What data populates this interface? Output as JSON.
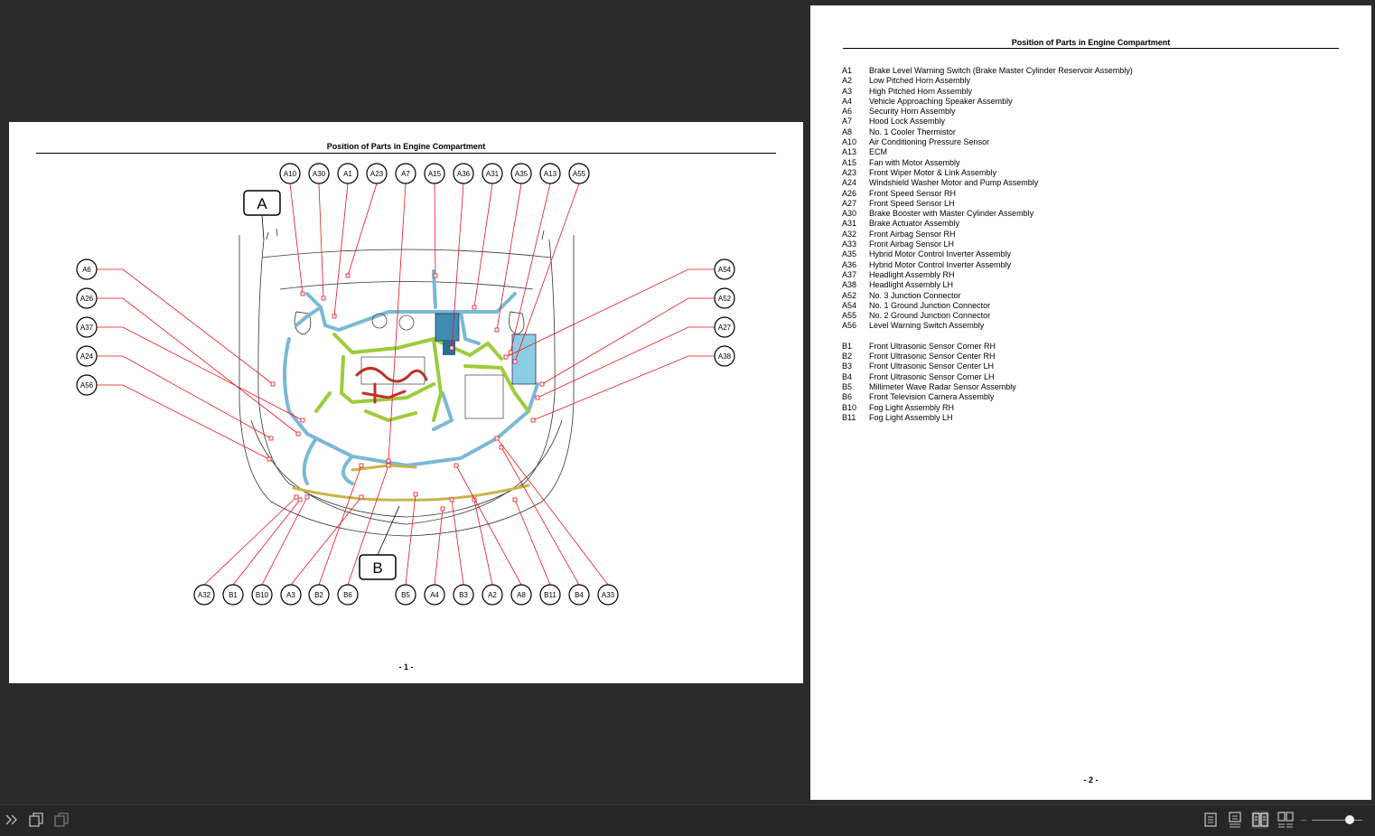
{
  "diagram_title": "Position of Parts in Engine Compartment",
  "page1_number": "- 1 -",
  "page2_number": "- 2 -",
  "list_title": "Position of Parts in Engine Compartment",
  "section_labels": {
    "a": "A",
    "b": "B"
  },
  "callouts": {
    "top": [
      "A10",
      "A30",
      "A1",
      "A23",
      "A7",
      "A15",
      "A36",
      "A31",
      "A35",
      "A13",
      "A55"
    ],
    "left": [
      "A6",
      "A26",
      "A37",
      "A24",
      "A56"
    ],
    "right": [
      "A54",
      "A52",
      "A27",
      "A38"
    ],
    "bottom": [
      "A32",
      "B1",
      "B10",
      "A3",
      "B2",
      "B6",
      "B5",
      "A4",
      "B3",
      "A2",
      "A8",
      "B11",
      "B4",
      "A33"
    ]
  },
  "parts_a": [
    {
      "code": "A1",
      "name": "Brake Level Warning Switch (Brake Master Cylinder Reservoir Assembly)"
    },
    {
      "code": "A2",
      "name": "Low Pitched Horn Assembly"
    },
    {
      "code": "A3",
      "name": "High Pitched Horn Assembly"
    },
    {
      "code": "A4",
      "name": "Vehicle Approaching Speaker Assembly"
    },
    {
      "code": "A6",
      "name": "Security Horn Assembly"
    },
    {
      "code": "A7",
      "name": "Hood Lock Assembly"
    },
    {
      "code": "A8",
      "name": "No. 1 Cooler Thermistor"
    },
    {
      "code": "A10",
      "name": "Air Conditioning Pressure Sensor"
    },
    {
      "code": "A13",
      "name": "ECM"
    },
    {
      "code": "A15",
      "name": "Fan with Motor Assembly"
    },
    {
      "code": "A23",
      "name": "Front Wiper Motor & Link Assembly"
    },
    {
      "code": "A24",
      "name": "Windshield Washer Motor and Pump Assembly"
    },
    {
      "code": "A26",
      "name": "Front Speed Sensor RH"
    },
    {
      "code": "A27",
      "name": "Front Speed Sensor LH"
    },
    {
      "code": "A30",
      "name": "Brake Booster with Master Cylinder Assembly"
    },
    {
      "code": "A31",
      "name": "Brake Actuator Assembly"
    },
    {
      "code": "A32",
      "name": "Front Airbag Sensor RH"
    },
    {
      "code": "A33",
      "name": "Front Airbag Sensor LH"
    },
    {
      "code": "A35",
      "name": "Hybrid Motor Control Inverter Assembly"
    },
    {
      "code": "A36",
      "name": "Hybrid Motor Control Inverter Assembly"
    },
    {
      "code": "A37",
      "name": "Headlight Assembly RH"
    },
    {
      "code": "A38",
      "name": "Headlight Assembly LH"
    },
    {
      "code": "A52",
      "name": "No. 3 Junction Connector"
    },
    {
      "code": "A54",
      "name": "No. 1 Ground Junction Connector"
    },
    {
      "code": "A55",
      "name": "No. 2 Ground Junction Connector"
    },
    {
      "code": "A56",
      "name": "Level Warning Switch Assembly"
    }
  ],
  "parts_b": [
    {
      "code": "B1",
      "name": "Front Ultrasonic Sensor Corner RH"
    },
    {
      "code": "B2",
      "name": "Front Ultrasonic Sensor Center RH"
    },
    {
      "code": "B3",
      "name": "Front Ultrasonic Sensor Center LH"
    },
    {
      "code": "B4",
      "name": "Front Ultrasonic Sensor Corner LH"
    },
    {
      "code": "B5",
      "name": "Millimeter Wave Radar Sensor Assembly"
    },
    {
      "code": "B6",
      "name": "Front Television Camera Assembly"
    },
    {
      "code": "B10",
      "name": "Fog Light Assembly RH"
    },
    {
      "code": "B11",
      "name": "Fog Light Assembly LH"
    }
  ],
  "toolbar": {
    "left_icons": [
      "expand-chevrons-icon",
      "copy-page-icon",
      "paste-page-icon"
    ],
    "view_modes": [
      "single-page-icon",
      "continuous-page-icon",
      "two-page-icon",
      "two-page-continuous-icon"
    ],
    "active_view_mode": "two-page-icon",
    "zoom_level": 0.75
  },
  "colors": {
    "background": "#2b2b2b",
    "leader_line": "#e8141b",
    "harness_blue": "#7ab8d6",
    "harness_green": "#9ccc3a",
    "harness_red": "#c0302a"
  }
}
